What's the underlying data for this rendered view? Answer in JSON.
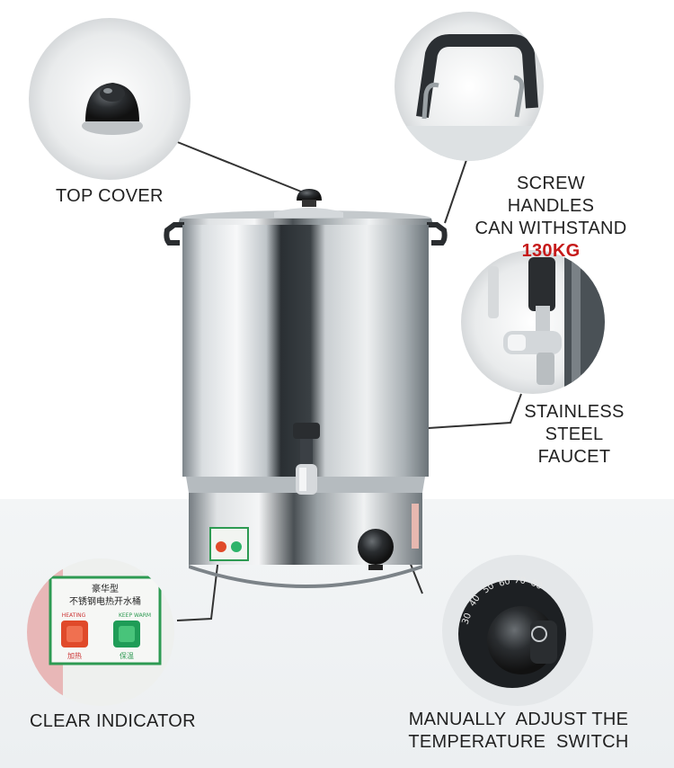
{
  "callouts": {
    "top_cover": "TOP COVER",
    "handles_line1": "SCREW HANDLES",
    "handles_line2": "CAN WITHSTAND",
    "handles_weight": "130KG",
    "faucet_line1": "STAINLESS",
    "faucet_line2": "STEEL FAUCET",
    "indicator": "CLEAR INDICATOR",
    "switch_line1": "MANUALLY  ADJUST THE",
    "switch_line2": "TEMPERATURE  SWITCH"
  },
  "panel_text": {
    "model": "豪华型",
    "name": "不锈钢电热开水桶",
    "heat_label": "加热",
    "keep_warm_label": "保温",
    "heating_en": "HEATING",
    "keep_warm_en": "KEEP WARM"
  },
  "dial_marks": [
    "30",
    "40",
    "50",
    "60",
    "70",
    "80"
  ],
  "colors": {
    "accent_red": "#c61a1a",
    "steel_light": "#e9ecee",
    "steel_dark": "#6f767b",
    "indicator_red": "#e04a2a",
    "indicator_green": "#2db36a"
  }
}
